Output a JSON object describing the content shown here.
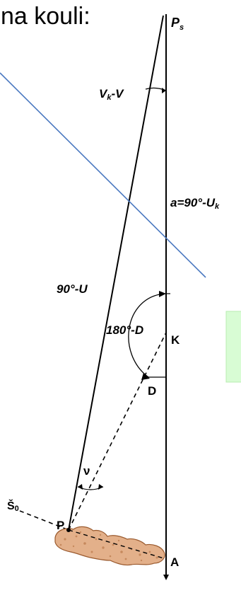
{
  "heading": "na kouli:",
  "labels": {
    "pole": "P",
    "pole_sub": "s",
    "angle_top": "V",
    "angle_top_sub": "k",
    "angle_top_suffix": "-V",
    "arc_a": "a=90°-U",
    "arc_a_sub": "k",
    "arc_90u": "90°-U",
    "angle_180d": "180°-D",
    "point_k": "K",
    "point_d": "D",
    "angle_nu": "ν",
    "meridian_s0": "Š",
    "meridian_s0_sub": "0",
    "point_p": "P",
    "point_a": "A"
  },
  "colors": {
    "blue_line": "#4a78c0",
    "green_box": "#d8fcd4",
    "green_box_border": "#b8ecb0",
    "landmass_fill": "#e3b08a",
    "landmass_stroke": "#9a5a2e"
  }
}
